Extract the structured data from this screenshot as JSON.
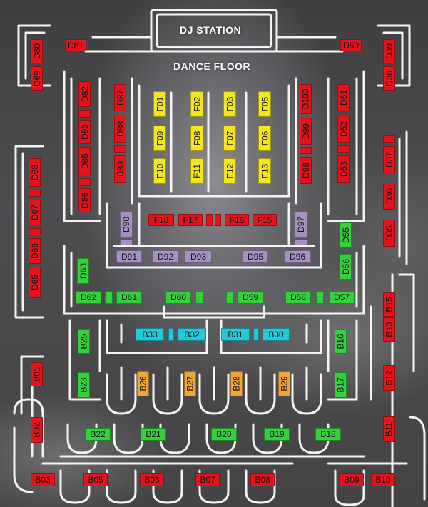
{
  "venue": {
    "dj_station_label": "DJ STATION",
    "dance_floor_label": "DANCE FLOOR"
  },
  "colors": {
    "red": "#e3141b",
    "yellow": "#f4e61c",
    "green": "#34d13d",
    "purple": "#a78fc4",
    "cyan": "#23c9da",
    "orange": "#f0a53a",
    "walls": "#f4f4f4"
  },
  "booths": {
    "D81": "D81",
    "D50": "D50",
    "D80": "D80",
    "D69": "D69",
    "D39": "D39",
    "D38": "D38",
    "D82": "D82",
    "D83": "D83",
    "D85": "D85",
    "D86": "D86",
    "D87": "D87",
    "D88": "D88",
    "D89": "D89",
    "D100": "D100",
    "D99": "D99",
    "D98": "D98",
    "D51": "D51",
    "D52": "D52",
    "D53": "D53",
    "D37": "D37",
    "D36": "D36",
    "D35": "D35",
    "D68": "D68",
    "D67": "D67",
    "D66": "D66",
    "D65": "D65",
    "F01": "F01",
    "F09": "F09",
    "F10": "F10",
    "F02": "F02",
    "F08": "F08",
    "F11": "F11",
    "F03": "F03",
    "F07": "F07",
    "F12": "F12",
    "F05": "F05",
    "F06": "F06",
    "F13": "F13",
    "F18": "F18",
    "F17": "F17",
    "F16": "F16",
    "F15": "F15",
    "D90": "D90",
    "D97": "D97",
    "D91": "D91",
    "D92": "D92",
    "D93": "D93",
    "D95": "D95",
    "D96": "D96",
    "D55": "D55",
    "D56": "D56",
    "D63": "D63",
    "D62": "D62",
    "D61": "D61",
    "D60": "D60",
    "D59": "D59",
    "D58": "D58",
    "D57": "D57",
    "B15": "B15",
    "B13": "B13",
    "B12": "B12",
    "B11": "B11",
    "B10": "B10",
    "B09": "B09",
    "B33": "B33",
    "B32": "B32",
    "B31": "B31",
    "B30": "B30",
    "B25": "B25",
    "B16": "B16",
    "B23": "B23",
    "B17": "B17",
    "B26": "B26",
    "B27": "B27",
    "B28": "B28",
    "B29": "B29",
    "B01": "B01",
    "B02": "B02",
    "B03": "B03",
    "B05": "B05",
    "B06": "B06",
    "B07": "B07",
    "B08": "B08",
    "B22": "B22",
    "B21": "B21",
    "B20": "B20",
    "B19": "B19",
    "B18": "B18"
  }
}
